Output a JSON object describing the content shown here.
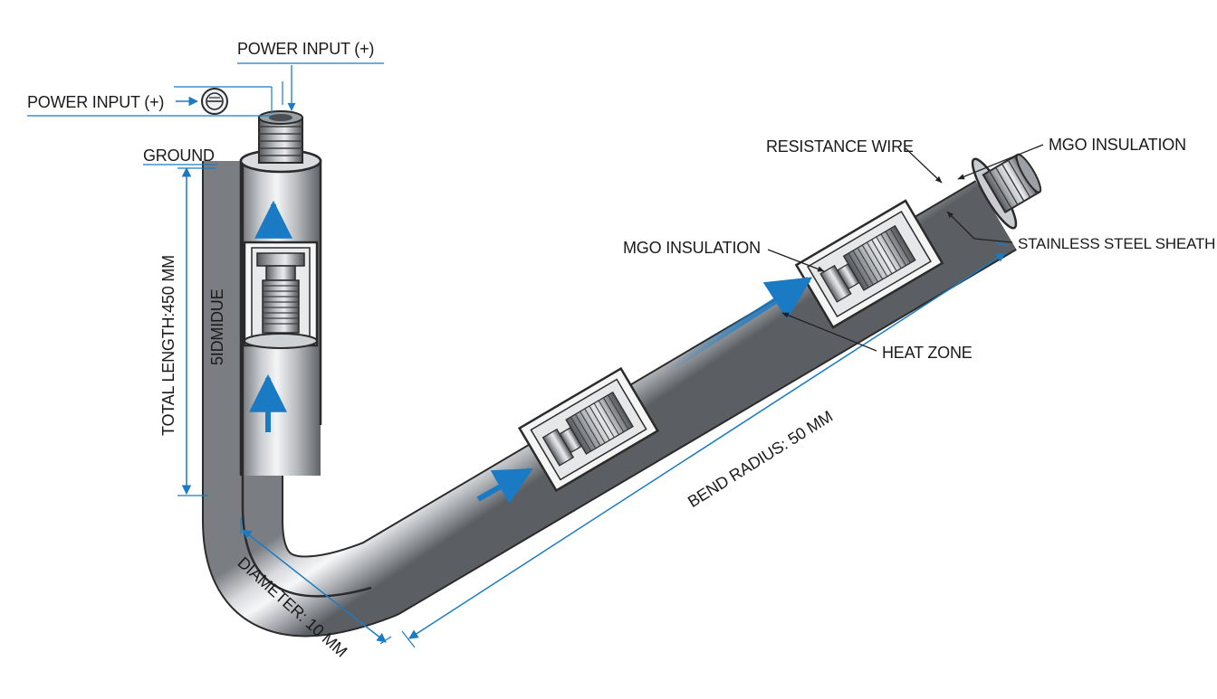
{
  "labels": {
    "power_input_top": "POWER INPUT (+)",
    "power_input_left": "POWER INPUT (+)",
    "ground": "GROUND",
    "total_length": "TOTAL LENGTH:450 MM",
    "side_text": "5IDMIDUE",
    "resistance_wire": "RESISTANCE WIRE",
    "mgo_insulation_right": "MGO INSULATION",
    "mgo_insulation_mid": "MGO INSULATION",
    "stainless_steel_sheath": "STAINLESS STEEL SHEATH",
    "heat_zone": "HEAT ZONE",
    "bend_radius": "BEND RADIUS:   50 MM",
    "diameter": "DIAMETER: 10 MM"
  },
  "colors": {
    "accent": "#1a7bc4",
    "outline": "#2b2b2b",
    "metal_dark": "#7f8388",
    "metal_light": "#f2f3f4"
  },
  "icons": [
    "ground-symbol-icon",
    "flow-arrow-icon"
  ]
}
